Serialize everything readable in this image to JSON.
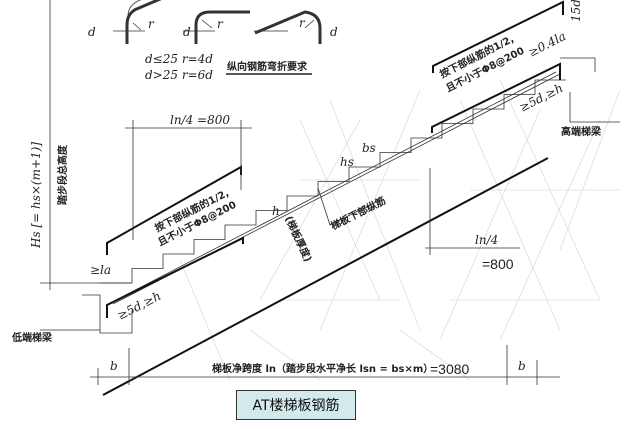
{
  "bend_detail": {
    "d_label": "d",
    "r_label": "r",
    "rule1": "d≤25  r=4d",
    "rule2": "d>25  r=6d",
    "title": "纵向钢筋弯折要求"
  },
  "left": {
    "hs_total": "Hs [= hs×(m+1)]",
    "hs_total_cn": "踏步段总高度",
    "ln4": "ln/4  =800",
    "top_rebar_note1": "按下部纵筋的1/2,",
    "top_rebar_note2": "且不小于Φ8@200",
    "anchor_la": "≥la",
    "anchor_5d": "≥5d,≥h",
    "low_beam": "低端梯梁"
  },
  "middle": {
    "hs": "hs",
    "bs": "bs",
    "h": "h",
    "thickness": "(梯板厚度)",
    "bottom_rebar": "梯板下部纵筋"
  },
  "right": {
    "d15": "15d",
    "anchor_04la": "≥0.4la",
    "top_rebar_note1": "按下部纵筋的1/2,",
    "top_rebar_note2": "且不小于Φ8@200",
    "anchor_5d": "≥5d,≥h",
    "high_beam": "高端梯梁",
    "ln4": "ln/4",
    "ln4_value": "=800"
  },
  "bottom": {
    "b_left": "b",
    "b_right": "b",
    "span_text": "梯板净跨度 ln（踏步段水平净长 lsn = bs×m）",
    "span_value": "=3080"
  },
  "caption": "AT楼梯板钢筋"
}
